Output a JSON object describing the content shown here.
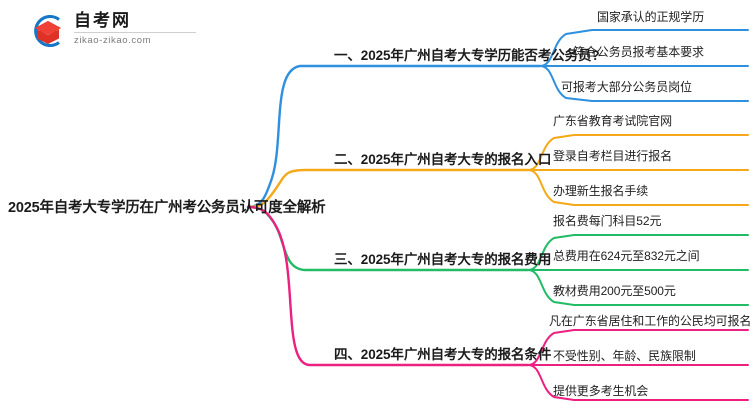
{
  "logo": {
    "name_cn": "自考网",
    "domain": "zikao-zikao.com",
    "mark": "graduation-cap-logo-icon"
  },
  "mindmap": {
    "root": "2025年自考大专学历在广州考公务员认可度全解析",
    "colors": {
      "blue": "#2f90e0",
      "orange": "#f5a818",
      "green": "#22bb66",
      "pink": "#ec2080"
    },
    "branches": [
      {
        "label": "一、2025年广州自考大专学历能否考公务员?",
        "color": "#2f90e0",
        "leaves": [
          "国家承认的正规学历",
          "符合公务员报考基本要求",
          "可报考大部分公务员岗位"
        ]
      },
      {
        "label": "二、2025年广州自考大专的报名入口",
        "color": "#f5a818",
        "leaves": [
          "广东省教育考试院官网",
          "登录自考栏目进行报名",
          "办理新生报名手续"
        ]
      },
      {
        "label": "三、2025年广州自考大专的报名费用",
        "color": "#22bb66",
        "leaves": [
          "报名费每门科目52元",
          "总费用在624元至832元之间",
          "教材费用200元至500元"
        ]
      },
      {
        "label": "四、2025年广州自考大专的报名条件",
        "color": "#ec2080",
        "leaves": [
          "凡在广东省居住和工作的公民均可报名",
          "不受性别、年龄、民族限制",
          "提供更多考生机会"
        ]
      }
    ]
  }
}
